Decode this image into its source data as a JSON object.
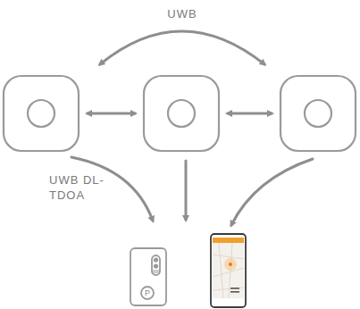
{
  "diagram": {
    "labels": [
      "UWB",
      "UWB DL-TDOA",
      "P"
    ]
  }
}
